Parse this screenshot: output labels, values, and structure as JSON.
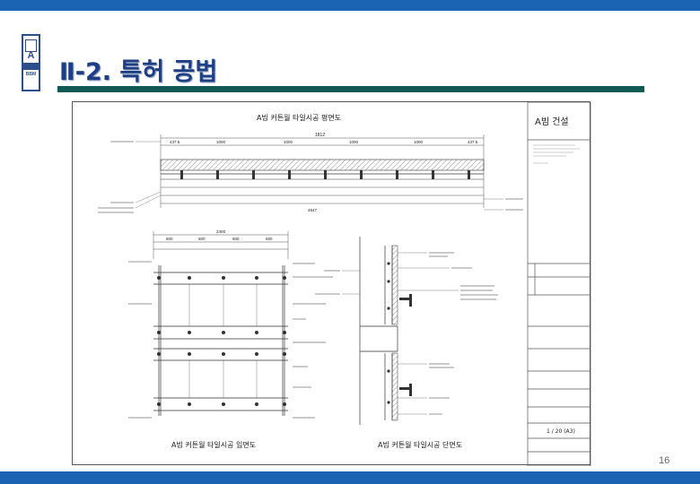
{
  "logo": {
    "letter": "A",
    "label": "BBM"
  },
  "page": {
    "title": "Ⅱ-2. 특허 공법",
    "number": "16"
  },
  "drawing": {
    "block_title": "A빔 건설",
    "plan_title": "A빔 커튼월 타일시공 평면도",
    "elevation_title": "A빔 커튼월 타일시공 입면도",
    "section_title": "A빔 커튼월 타일시공 단면도",
    "scale": "1 / 20 (A3)",
    "plan_total": "1812",
    "plan_segments": [
      "437.5",
      "1000",
      "1000",
      "1000",
      "1000",
      "437.5"
    ],
    "plan_bottom_total": "4847",
    "elevation_total": "2400",
    "elevation_top": [
      "600",
      "600",
      "600",
      "600"
    ]
  },
  "colors": {
    "brand_blue": "#1b64b4",
    "heading_blue": "#1d3f86",
    "rule_teal": "#0f5a54"
  }
}
